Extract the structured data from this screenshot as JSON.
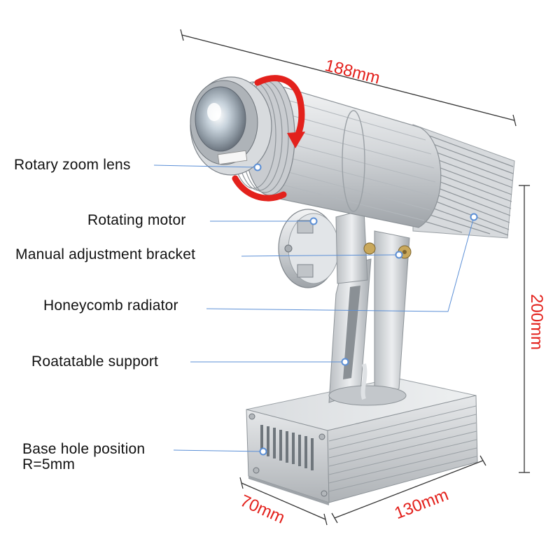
{
  "dimensions": {
    "length": "188mm",
    "height": "200mm",
    "depth": "70mm",
    "width": "130mm"
  },
  "callouts": {
    "zoom_lens": "Rotary zoom lens",
    "rotating_motor": "Rotating motor",
    "adjust_bracket": "Manual adjustment bracket",
    "radiator": "Honeycomb radiator",
    "support": "Roatatable support",
    "base_hole_line1": "Base hole position",
    "base_hole_line2": "R=5mm"
  },
  "colors": {
    "dimension_text": "#e3211c",
    "rotation_arrow": "#e3211c",
    "leader_line": "#5b8fd6",
    "aluminum": "#c9ccd0"
  }
}
